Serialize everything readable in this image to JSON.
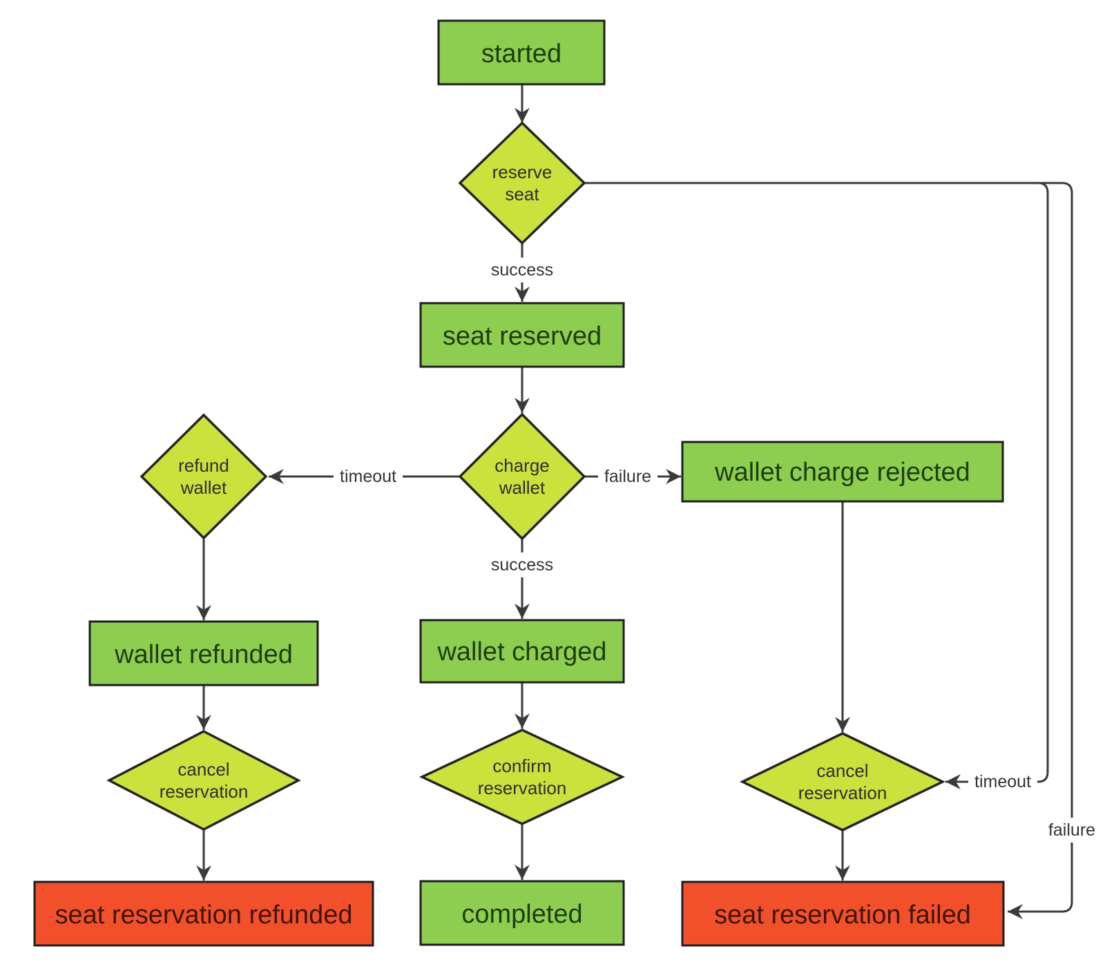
{
  "colors": {
    "state_fill": "#8dce50",
    "decision_fill": "#cbe13c",
    "fail_fill": "#f2502b"
  },
  "nodes": {
    "started": {
      "label": "started"
    },
    "reserve_seat": {
      "line1": "reserve",
      "line2": "seat"
    },
    "seat_reserved": {
      "label": "seat reserved"
    },
    "charge_wallet": {
      "line1": "charge",
      "line2": "wallet"
    },
    "refund_wallet": {
      "line1": "refund",
      "line2": "wallet"
    },
    "wallet_charge_rejected": {
      "label": "wallet charge rejected"
    },
    "wallet_refunded": {
      "label": "wallet refunded"
    },
    "wallet_charged": {
      "label": "wallet charged"
    },
    "cancel_reservation_left": {
      "line1": "cancel",
      "line2": "reservation"
    },
    "confirm_reservation": {
      "line1": "confirm",
      "line2": "reservation"
    },
    "cancel_reservation_right": {
      "line1": "cancel",
      "line2": "reservation"
    },
    "seat_reservation_refunded": {
      "label": "seat reservation refunded"
    },
    "completed": {
      "label": "completed"
    },
    "seat_reservation_failed": {
      "label": "seat reservation failed"
    }
  },
  "edge_labels": {
    "reserve_success": "success",
    "reserve_timeout": "timeout",
    "reserve_failure": "failure",
    "charge_timeout": "timeout",
    "charge_failure": "failure",
    "charge_success": "success"
  }
}
